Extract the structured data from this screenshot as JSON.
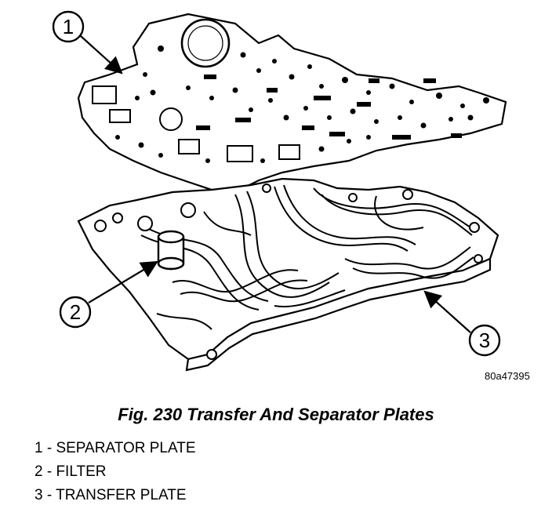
{
  "figure": {
    "ref_code": "80a47395",
    "caption": "Fig. 230 Transfer And Separator Plates",
    "callouts": [
      {
        "number": "1",
        "label": "SEPARATOR PLATE"
      },
      {
        "number": "2",
        "label": "FILTER"
      },
      {
        "number": "3",
        "label": "TRANSFER PLATE"
      }
    ]
  },
  "legend": [
    "1 - SEPARATOR PLATE",
    "2 - FILTER",
    "3 - TRANSFER PLATE"
  ]
}
